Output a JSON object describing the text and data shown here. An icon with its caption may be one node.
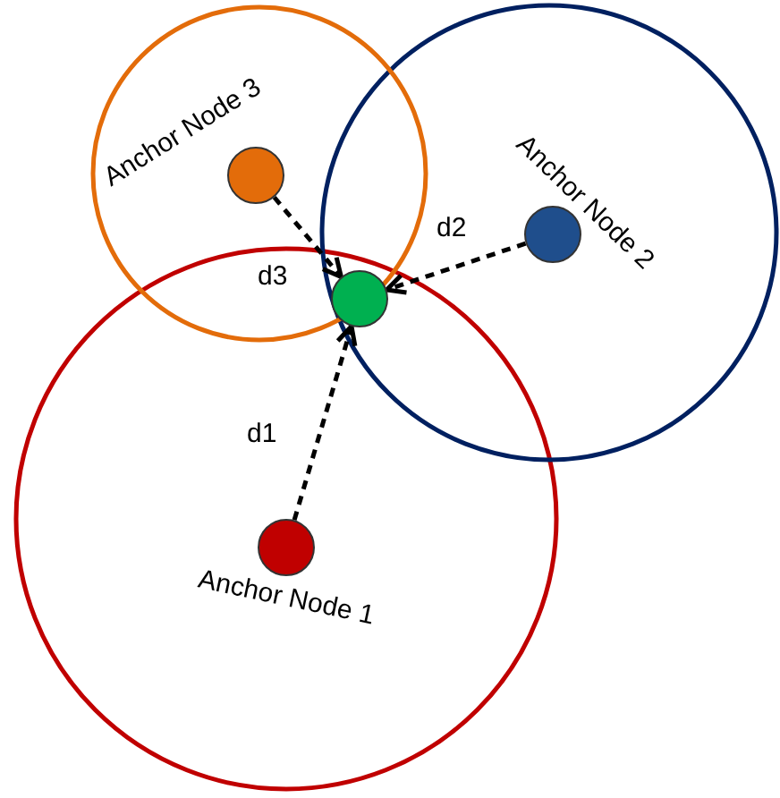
{
  "diagram": {
    "nodes": [
      {
        "text": [],
        "shape": "circle",
        "beside": [
          "Anchor Node 1"
        ]
      },
      {
        "text": [],
        "shape": "circle",
        "beside": [
          "Anchor Node 2"
        ]
      },
      {
        "text": [],
        "shape": "circle",
        "beside": [
          "Anchor Node 3"
        ]
      },
      {
        "text": [],
        "shape": "circle"
      }
    ],
    "edges": [
      {
        "from": 0,
        "to": 3,
        "arrow": "to",
        "label": "d1",
        "style": "dashed"
      },
      {
        "from": 1,
        "to": 3,
        "arrow": "to",
        "label": "d2",
        "style": "dashed"
      },
      {
        "from": 2,
        "to": 3,
        "arrow": "to",
        "label": "d3",
        "style": "dashed"
      }
    ]
  }
}
